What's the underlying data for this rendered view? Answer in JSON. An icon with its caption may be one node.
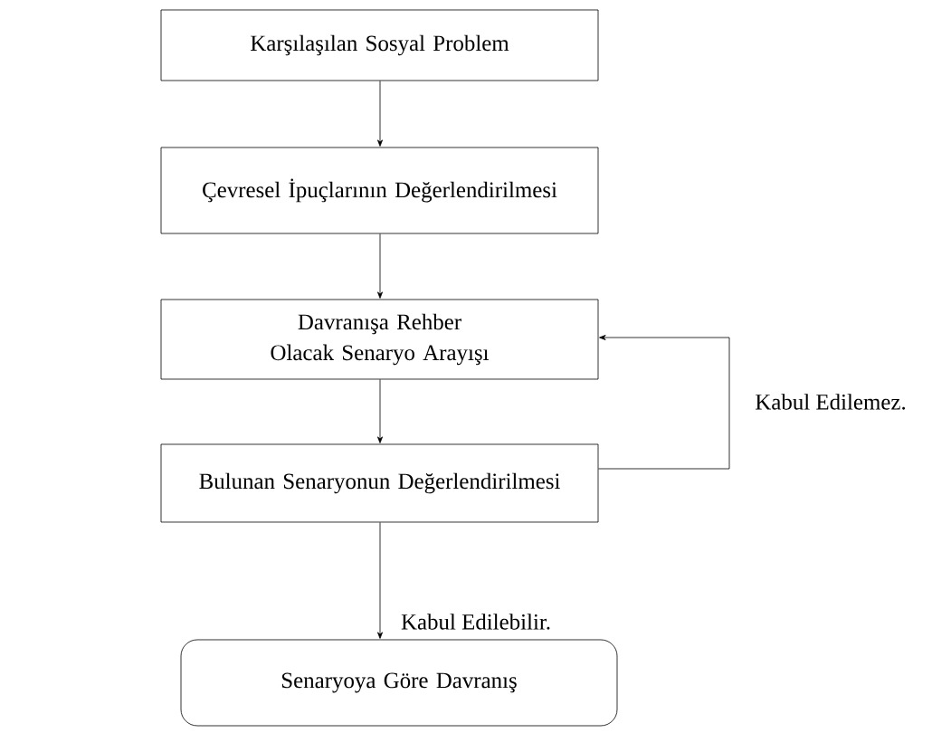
{
  "diagram": {
    "nodes": [
      {
        "text": [
          "Karşılaşılan Sosyal Problem"
        ]
      },
      {
        "text": [
          "Çevresel İpuçlarının Değerlendirilmesi"
        ]
      },
      {
        "text": [
          "Davranışa Rehber Olacak Senaryo Arayışı"
        ]
      },
      {
        "text": [
          "Bulunan Senaryonun Değerlendirilmesi"
        ]
      },
      {
        "text": [
          "Senaryoya Göre Davranış"
        ]
      }
    ],
    "edges": [
      {
        "from": 0,
        "to": 1,
        "arrow": "to"
      },
      {
        "from": 1,
        "to": 2,
        "arrow": "to"
      },
      {
        "from": 2,
        "to": 3,
        "arrow": "to"
      },
      {
        "from": 3,
        "to": 4,
        "arrow": "to",
        "label": "Kabul Edilebilir."
      },
      {
        "from": 3,
        "to": 2,
        "arrow": "to",
        "label": "Kabul Edilemez."
      }
    ]
  }
}
